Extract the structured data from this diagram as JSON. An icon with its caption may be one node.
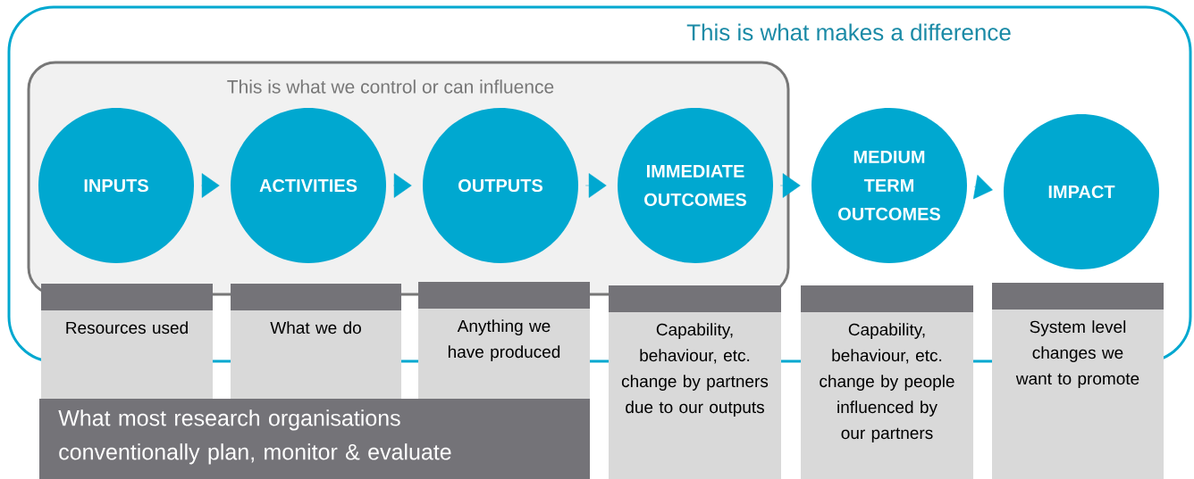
{
  "diagram": {
    "nodes": [
      {
        "text": [
          "This is what makes a difference"
        ]
      },
      {
        "text": [
          "This is what we control or can influence"
        ],
        "in": 0
      },
      {
        "text": [
          "INPUTS"
        ],
        "in": 1
      },
      {
        "text": [
          "ACTIVITIES"
        ],
        "in": 1
      },
      {
        "text": [
          "OUTPUTS"
        ],
        "in": 1
      },
      {
        "text": [
          "IMMEDIATE OUTCOMES"
        ],
        "in": 1
      },
      {
        "text": [
          "MEDIUM TERM OUTCOMES"
        ],
        "in": 0
      },
      {
        "text": [
          "IMPACT"
        ],
        "in": 0
      },
      {
        "text": [
          "Resources used"
        ]
      },
      {
        "text": [
          "What we do"
        ]
      },
      {
        "text": [
          "Anything we have produced"
        ]
      },
      {
        "text": [
          "Capability, behaviour, etc. change by partners due to our outputs"
        ]
      },
      {
        "text": [
          "Capability, behaviour, etc. change by people influenced by our partners"
        ]
      },
      {
        "text": [
          "System level changes we want to promote"
        ]
      },
      {
        "text": [
          "What most research organisations conventionally plan, monitor & evaluate"
        ]
      }
    ],
    "edges": [
      {
        "from": 2,
        "to": 3,
        "arrow": "to"
      },
      {
        "from": 3,
        "to": 4,
        "arrow": "to"
      },
      {
        "from": 4,
        "to": 5,
        "arrow": "to"
      },
      {
        "from": 5,
        "to": 6,
        "arrow": "to"
      },
      {
        "from": 6,
        "to": 7,
        "arrow": "to"
      }
    ]
  }
}
